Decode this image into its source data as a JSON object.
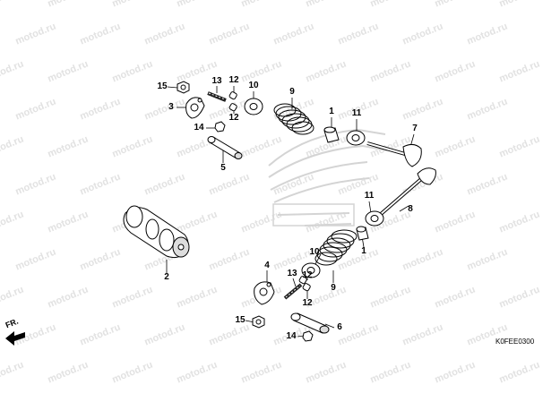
{
  "watermark_text": "motod.ru",
  "diagram_code": "K0FEE0300",
  "direction_label": "FR.",
  "callouts": {
    "c1a": "1",
    "c1b": "1",
    "c2": "2",
    "c3": "3",
    "c4": "4",
    "c5": "5",
    "c6": "6",
    "c7": "7",
    "c8": "8",
    "c9a": "9",
    "c9b": "9",
    "c10a": "10",
    "c10b": "10",
    "c11a": "11",
    "c11b": "11",
    "c12a": "12",
    "c12b": "12",
    "c12c": "12",
    "c12d": "12",
    "c13a": "13",
    "c13b": "13",
    "c14a": "14",
    "c14b": "14",
    "c15a": "15",
    "c15b": "15"
  },
  "colors": {
    "line": "#000000",
    "watermark": "#e2e2e2",
    "logo": "#d8d8d8"
  }
}
